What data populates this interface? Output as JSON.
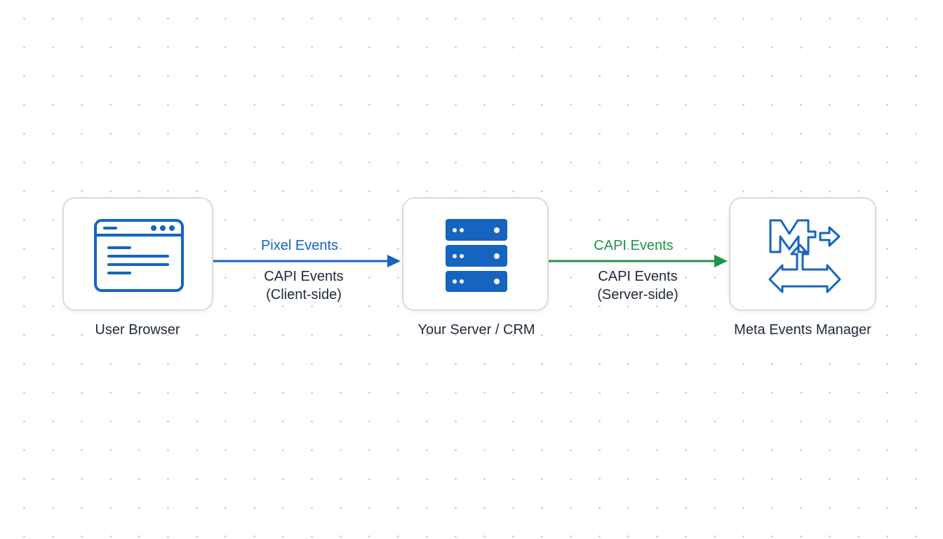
{
  "colors": {
    "blue": "#1565c0",
    "green": "#1e9448",
    "text": "#1f2937",
    "border": "#d9dbde"
  },
  "nodes": [
    {
      "id": "user-browser",
      "label": "User Browser",
      "icon": "browser-window-icon"
    },
    {
      "id": "server",
      "label": "Your Server / CRM",
      "icon": "server-rack-icon"
    },
    {
      "id": "meta",
      "label": "Meta Events Manager",
      "icon": "meta-events-manager-icon"
    }
  ],
  "edges": [
    {
      "from": "user-browser",
      "to": "server",
      "top_label": "Pixel Events",
      "sub_label_1": "CAPI Events",
      "sub_label_2": "(Client-side)",
      "color": "#1565c0"
    },
    {
      "from": "server",
      "to": "meta",
      "top_label": "CAPI Events",
      "sub_label_1": "CAPI Events",
      "sub_label_2": "(Server-side)",
      "color": "#1e9448"
    }
  ]
}
